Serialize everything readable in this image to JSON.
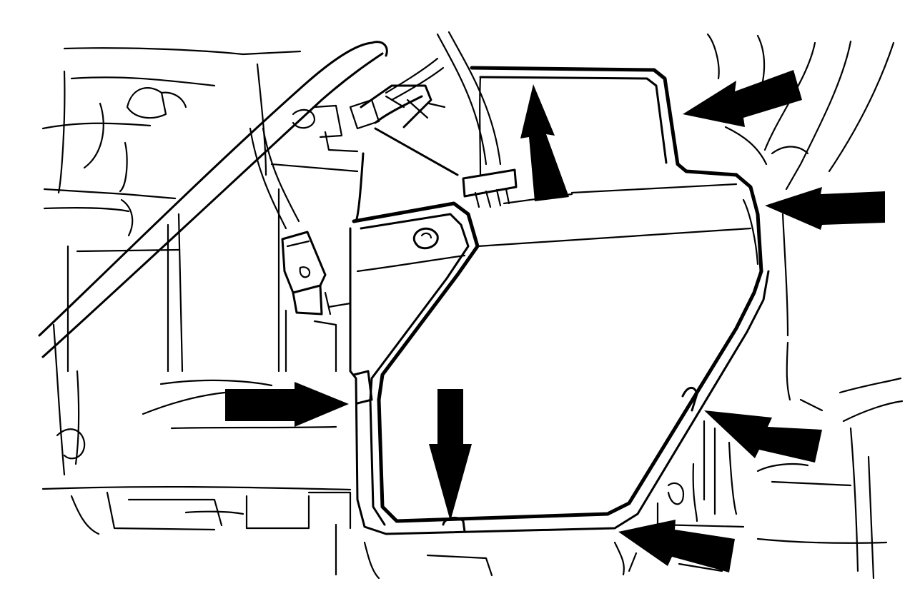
{
  "figure": {
    "description_text": "",
    "colors": {
      "line": "#000000",
      "background": "#ffffff",
      "arrow_fill": "#000000"
    },
    "callouts": [
      {
        "name": "arrow-top-up",
        "direction": "up",
        "points_to": "top-edge-fastener"
      },
      {
        "name": "arrow-top-right",
        "direction": "left-down",
        "points_to": "upper-right-corner-fastener"
      },
      {
        "name": "arrow-right-upper",
        "direction": "left",
        "points_to": "right-edge-fastener"
      },
      {
        "name": "arrow-left",
        "direction": "right",
        "points_to": "left-edge-fastener"
      },
      {
        "name": "arrow-bottom-down",
        "direction": "down",
        "points_to": "bottom-edge-fastener"
      },
      {
        "name": "arrow-right-lower",
        "direction": "left-up",
        "points_to": "lower-right-edge-fastener"
      },
      {
        "name": "arrow-bottom-right",
        "direction": "left-up",
        "points_to": "bottom-right-corner-fastener"
      }
    ]
  }
}
